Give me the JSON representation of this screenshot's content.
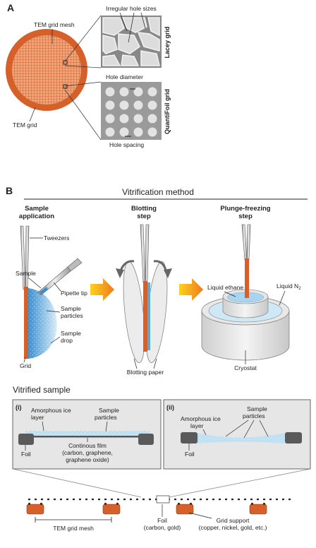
{
  "panel_a": {
    "letter": "A",
    "mesh_label": "TEM grid mesh",
    "grid_label": "TEM grid",
    "irregular_label": "Irregular hole sizes",
    "lacey_label": "Lacey grid",
    "hole_diameter_label": "Hole diameter",
    "quantifoil_label": "QuantiFoil grid",
    "hole_spacing_label": "Hole spacing"
  },
  "panel_b": {
    "letter": "B",
    "title": "Vitrification method",
    "steps": [
      {
        "line1": "Sample",
        "line2": "application"
      },
      {
        "line1": "Blotting",
        "line2": "step"
      },
      {
        "line1": "Plunge-freezing",
        "line2": "step"
      }
    ],
    "tweezers": "Tweezers",
    "sample": "Sample",
    "pipette": "Pipette tip",
    "particles_1": "Sample",
    "particles_2": "particles",
    "drop_1": "Sample",
    "drop_2": "drop",
    "grid": "Grid",
    "blotting_paper": "Blotting paper",
    "liquid_ethane": "Liquid ethane",
    "liquid_n2": "Liquid N",
    "n2_sub": "2",
    "cryostat": "Cryostat"
  },
  "vitrified": {
    "title": "Vitrified sample",
    "panel_i": {
      "tag": "(i)",
      "ice_1": "Amorphous ice",
      "ice_2": "layer",
      "particles_1": "Sample",
      "particles_2": "particles",
      "foil": "Foil",
      "film_1": "Continous film",
      "film_2": "(carbon, graphene,",
      "film_3": "graphene oxide)"
    },
    "panel_ii": {
      "tag": "(ii)",
      "ice_1": "Amorphous ice",
      "ice_2": "layer",
      "particles_1": "Sample",
      "particles_2": "particles",
      "foil": "Foil"
    },
    "mesh_label": "TEM grid mesh",
    "foil_1": "Foil",
    "foil_2": "(carbon, gold)",
    "support_1": "Grid support",
    "support_2": "(copper, nickel, gold, etc.)"
  },
  "colors": {
    "copper": "#d5602a",
    "ice": "#bfe0f2",
    "panel_gray": "#e6e6e6",
    "arrow_orange": "#f28c1e"
  }
}
